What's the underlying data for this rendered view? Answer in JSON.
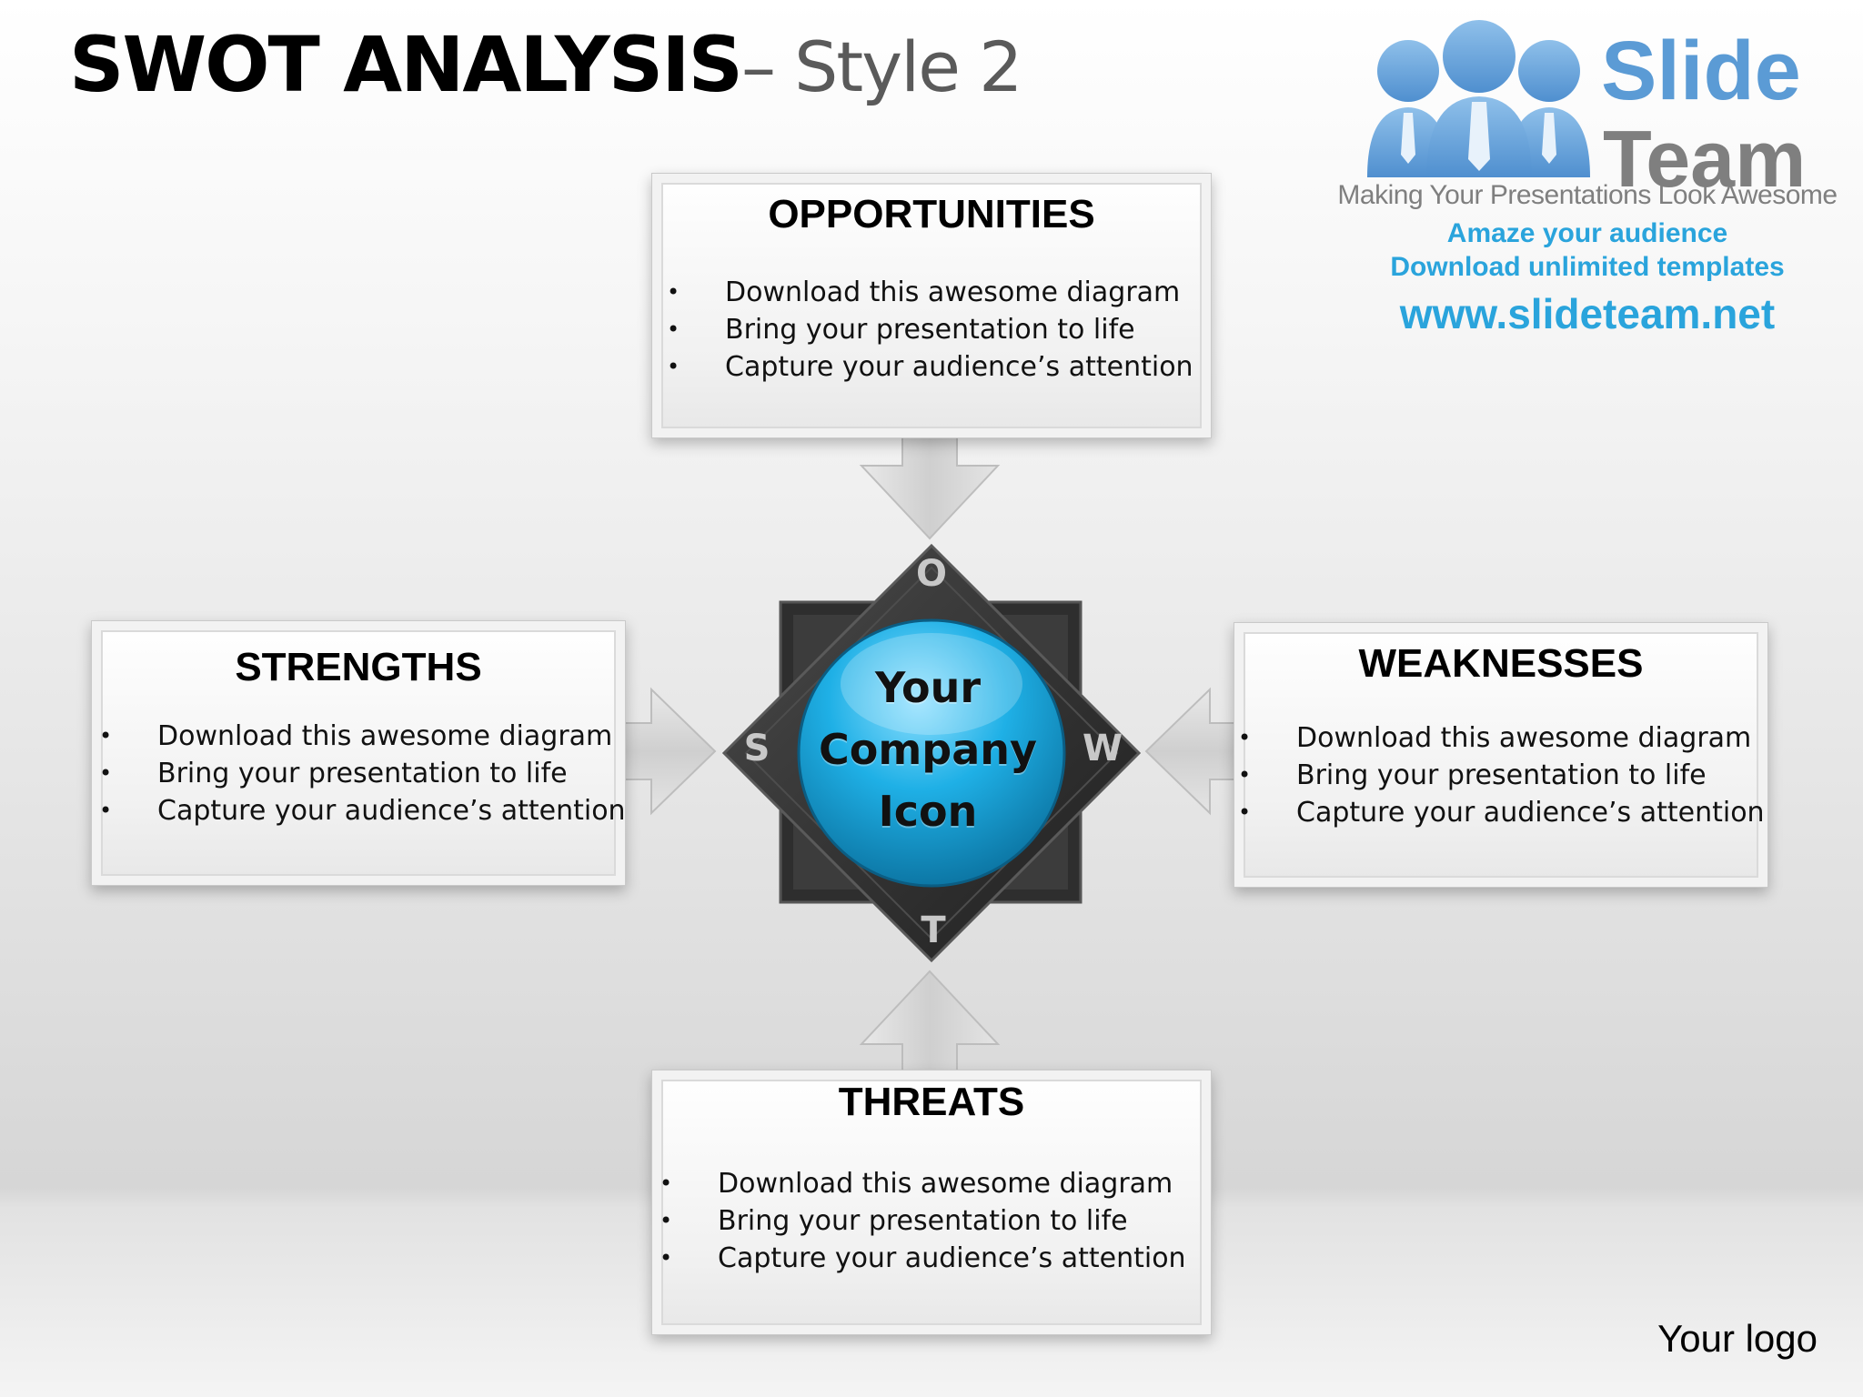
{
  "title": {
    "main": "SWOT ANALYSIS",
    "sub": "– Style 2"
  },
  "brand": {
    "name_line1": "Slide",
    "name_line2": "Team",
    "tagline": "Making Your Presentations Look Awesome",
    "promo1": "Amaze your audience",
    "promo2": "Download unlimited templates",
    "url": "www.slideteam.net"
  },
  "quadrants": {
    "opportunities": {
      "heading": "OPPORTUNITIES",
      "bullets": [
        "Download this awesome diagram",
        "Bring your presentation to life",
        "Capture your audience’s attention"
      ]
    },
    "strengths": {
      "heading": "STRENGTHS",
      "bullets": [
        "Download this awesome diagram",
        "Bring your presentation to life",
        "Capture your audience’s attention"
      ]
    },
    "weaknesses": {
      "heading": "WEAKNESSES",
      "bullets": [
        "Download this awesome diagram",
        "Bring your presentation to life",
        "Capture your audience’s attention"
      ]
    },
    "threats": {
      "heading": "THREATS",
      "bullets": [
        "Download this awesome diagram",
        "Bring your presentation to life",
        "Capture your audience’s attention"
      ]
    }
  },
  "center": {
    "letters": {
      "top": "O",
      "left": "S",
      "right": "W",
      "bottom": "T"
    },
    "icon_text": [
      "Your",
      "Company",
      "Icon"
    ]
  },
  "footer": {
    "logo_placeholder": "Your logo"
  },
  "colors": {
    "center_circle": "#1aa3d8",
    "diamond": "#3a3a3a"
  }
}
